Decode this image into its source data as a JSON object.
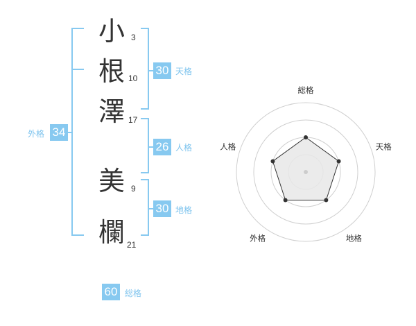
{
  "name": {
    "characters": [
      {
        "char": "小",
        "strokes": "3"
      },
      {
        "char": "根",
        "strokes": "10"
      },
      {
        "char": "澤",
        "strokes": "17"
      },
      {
        "char": "美",
        "strokes": "9"
      },
      {
        "char": "欄",
        "strokes": "21"
      }
    ]
  },
  "fortunes": {
    "tenkaku": {
      "value": "30",
      "label": "天格"
    },
    "jinkaku": {
      "value": "26",
      "label": "人格"
    },
    "chikaku": {
      "value": "30",
      "label": "地格"
    },
    "gaikaku": {
      "value": "34",
      "label": "外格"
    },
    "soukaku": {
      "value": "60",
      "label": "総格"
    }
  },
  "colors": {
    "accent": "#87c9f0",
    "text": "#333333"
  },
  "chart_data": {
    "type": "radar",
    "axes": [
      "総格",
      "天格",
      "地格",
      "外格",
      "人格"
    ],
    "levels": 4,
    "scale_max": 4,
    "values": [
      2,
      2,
      2,
      2,
      2
    ]
  }
}
